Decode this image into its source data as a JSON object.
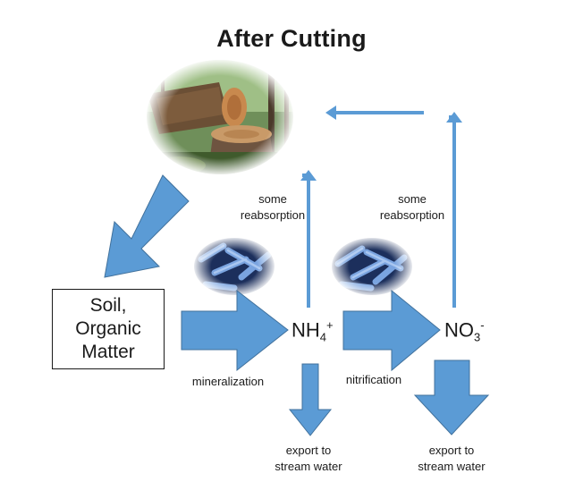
{
  "title": "After Cutting",
  "nodes": {
    "soil_line1": "Soil,",
    "soil_line2": "Organic",
    "soil_line3": "Matter",
    "nh4_base": "NH",
    "nh4_sub": "4",
    "nh4_sup": "+",
    "no3_base": "NO",
    "no3_sub": "3",
    "no3_sup": "-"
  },
  "labels": {
    "reabsorption_left_1": "some",
    "reabsorption_left_2": "reabsorption",
    "reabsorption_right_1": "some",
    "reabsorption_right_2": "reabsorption",
    "mineralization": "mineralization",
    "nitrification": "nitrification",
    "export_left_1": "export to",
    "export_left_2": "stream water",
    "export_right_1": "export to",
    "export_right_2": "stream water"
  },
  "colors": {
    "arrow_fill": "#5b9bd5",
    "arrow_stroke": "#41719c",
    "bacteria": "#2e4a8a"
  },
  "images": {
    "tree_stump": "cut-tree-photo",
    "bacteria_left": "bacteria-photo",
    "bacteria_right": "bacteria-photo"
  }
}
